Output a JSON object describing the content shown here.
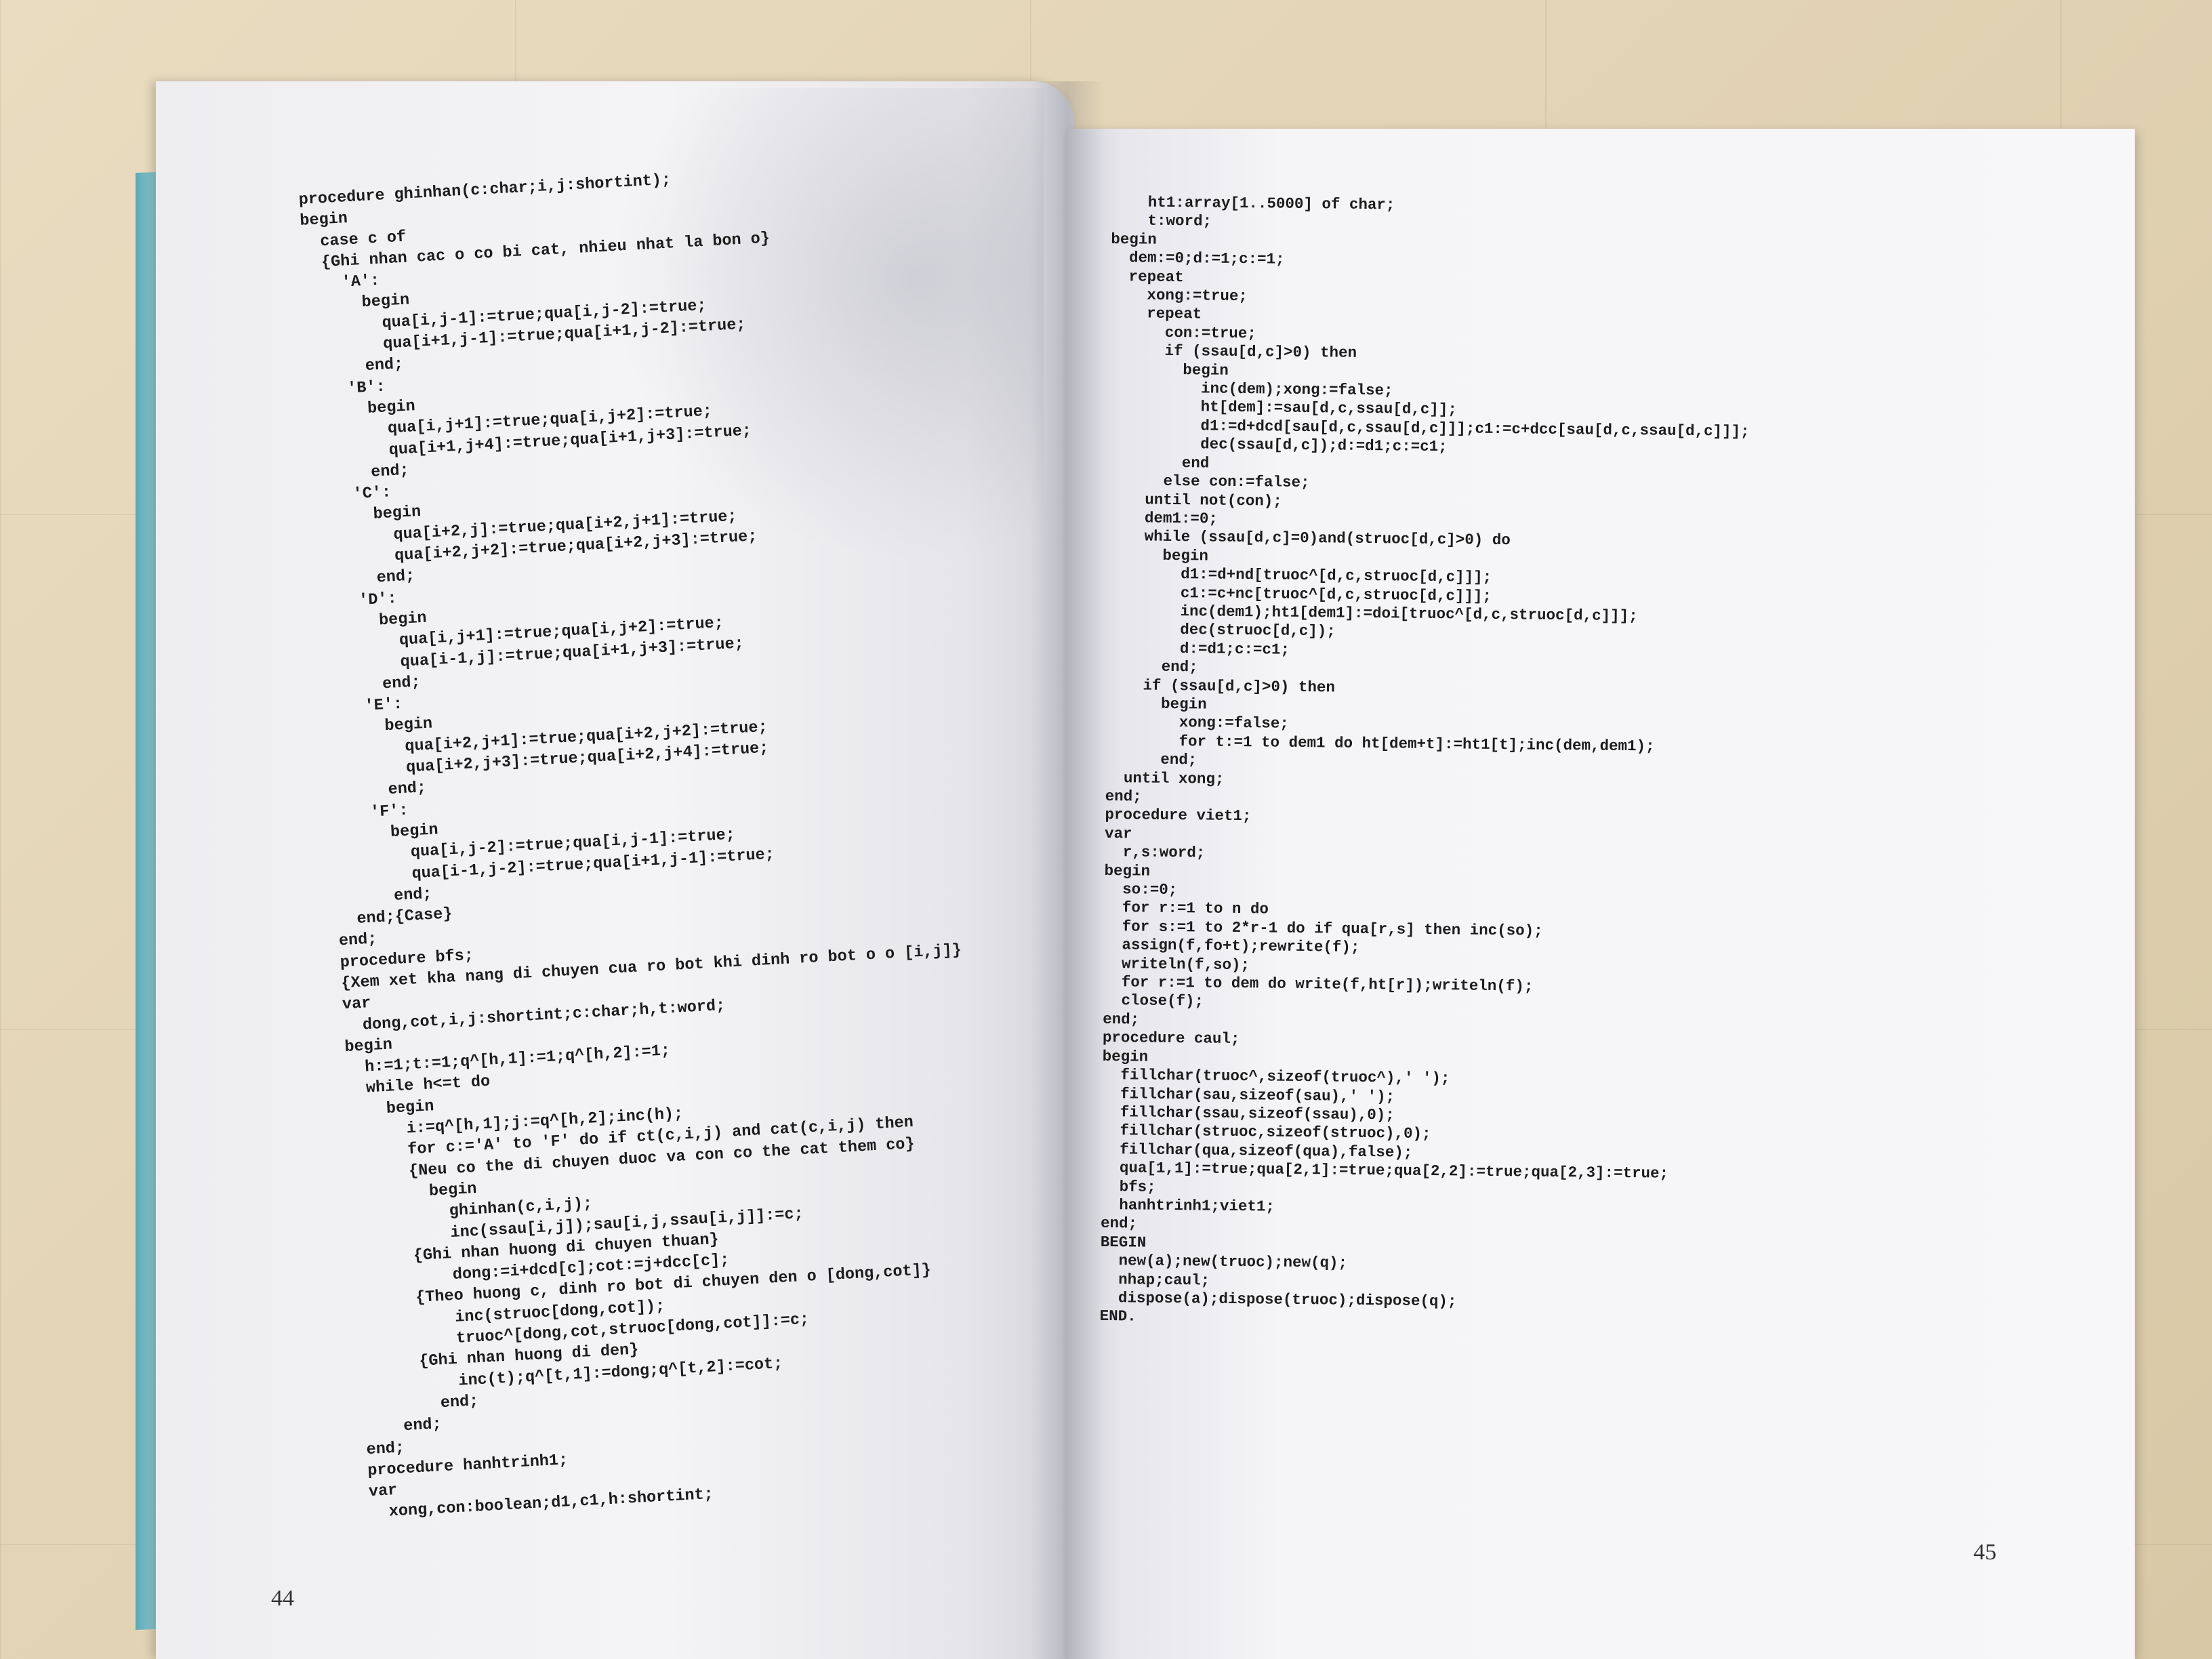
{
  "left_page": {
    "page_number": "44",
    "code_lines": [
      "procedure ghinhan(c:char;i,j:shortint);",
      "begin",
      "  case c of",
      "  {Ghi nhan cac o co bi cat, nhieu nhat la bon o}",
      "    'A':",
      "      begin",
      "        qua[i,j-1]:=true;qua[i,j-2]:=true;",
      "        qua[i+1,j-1]:=true;qua[i+1,j-2]:=true;",
      "      end;",
      "    'B':",
      "      begin",
      "        qua[i,j+1]:=true;qua[i,j+2]:=true;",
      "        qua[i+1,j+4]:=true;qua[i+1,j+3]:=true;",
      "      end;",
      "    'C':",
      "      begin",
      "        qua[i+2,j]:=true;qua[i+2,j+1]:=true;",
      "        qua[i+2,j+2]:=true;qua[i+2,j+3]:=true;",
      "      end;",
      "    'D':",
      "      begin",
      "        qua[i,j+1]:=true;qua[i,j+2]:=true;",
      "        qua[i-1,j]:=true;qua[i+1,j+3]:=true;",
      "      end;",
      "    'E':",
      "      begin",
      "        qua[i+2,j+1]:=true;qua[i+2,j+2]:=true;",
      "        qua[i+2,j+3]:=true;qua[i+2,j+4]:=true;",
      "      end;",
      "    'F':",
      "      begin",
      "        qua[i,j-2]:=true;qua[i,j-1]:=true;",
      "        qua[i-1,j-2]:=true;qua[i+1,j-1]:=true;",
      "      end;",
      "  end;{Case}",
      "end;",
      "procedure bfs;",
      "{Xem xet kha nang di chuyen cua ro bot khi dinh ro bot o o [i,j]}",
      "var",
      "  dong,cot,i,j:shortint;c:char;h,t:word;",
      "begin",
      "  h:=1;t:=1;q^[h,1]:=1;q^[h,2]:=1;",
      "  while h<=t do",
      "    begin",
      "      i:=q^[h,1];j:=q^[h,2];inc(h);",
      "      for c:='A' to 'F' do if ct(c,i,j) and cat(c,i,j) then",
      "      {Neu co the di chuyen duoc va con co the cat them co}",
      "        begin",
      "          ghinhan(c,i,j);",
      "          inc(ssau[i,j]);sau[i,j,ssau[i,j]]:=c;",
      "      {Ghi nhan huong di chuyen thuan}",
      "          dong:=i+dcd[c];cot:=j+dcc[c];",
      "      {Theo huong c, dinh ro bot di chuyen den o [dong,cot]}",
      "          inc(struoc[dong,cot]);",
      "          truoc^[dong,cot,struoc[dong,cot]]:=c;",
      "      {Ghi nhan huong di den}",
      "          inc(t);q^[t,1]:=dong;q^[t,2]:=cot;",
      "        end;",
      "    end;",
      "end;",
      "procedure hanhtrinh1;",
      "var",
      "  xong,con:boolean;d1,c1,h:shortint;"
    ]
  },
  "right_page": {
    "page_number": "45",
    "code_lines": [
      "    ht1:array[1..5000] of char;",
      "    t:word;",
      "begin",
      "  dem:=0;d:=1;c:=1;",
      "  repeat",
      "    xong:=true;",
      "    repeat",
      "      con:=true;",
      "      if (ssau[d,c]>0) then",
      "        begin",
      "          inc(dem);xong:=false;",
      "          ht[dem]:=sau[d,c,ssau[d,c]];",
      "          d1:=d+dcd[sau[d,c,ssau[d,c]]];c1:=c+dcc[sau[d,c,ssau[d,c]]];",
      "          dec(ssau[d,c]);d:=d1;c:=c1;",
      "        end",
      "      else con:=false;",
      "    until not(con);",
      "    dem1:=0;",
      "    while (ssau[d,c]=0)and(struoc[d,c]>0) do",
      "      begin",
      "        d1:=d+nd[truoc^[d,c,struoc[d,c]]];",
      "        c1:=c+nc[truoc^[d,c,struoc[d,c]]];",
      "        inc(dem1);ht1[dem1]:=doi[truoc^[d,c,struoc[d,c]]];",
      "        dec(struoc[d,c]);",
      "        d:=d1;c:=c1;",
      "      end;",
      "    if (ssau[d,c]>0) then",
      "      begin",
      "        xong:=false;",
      "        for t:=1 to dem1 do ht[dem+t]:=ht1[t];inc(dem,dem1);",
      "      end;",
      "  until xong;",
      "end;",
      "procedure viet1;",
      "var",
      "  r,s:word;",
      "begin",
      "  so:=0;",
      "  for r:=1 to n do",
      "  for s:=1 to 2*r-1 do if qua[r,s] then inc(so);",
      "  assign(f,fo+t);rewrite(f);",
      "  writeln(f,so);",
      "  for r:=1 to dem do write(f,ht[r]);writeln(f);",
      "  close(f);",
      "end;",
      "procedure caul;",
      "begin",
      "  fillchar(truoc^,sizeof(truoc^),' ');",
      "  fillchar(sau,sizeof(sau),' ');",
      "  fillchar(ssau,sizeof(ssau),0);",
      "  fillchar(struoc,sizeof(struoc),0);",
      "  fillchar(qua,sizeof(qua),false);",
      "  qua[1,1]:=true;qua[2,1]:=true;qua[2,2]:=true;qua[2,3]:=true;",
      "  bfs;",
      "  hanhtrinh1;viet1;",
      "end;",
      "BEGIN",
      "  new(a);new(truoc);new(q);",
      "  nhap;caul;",
      "  dispose(a);dispose(truoc);dispose(q);",
      "END."
    ]
  }
}
